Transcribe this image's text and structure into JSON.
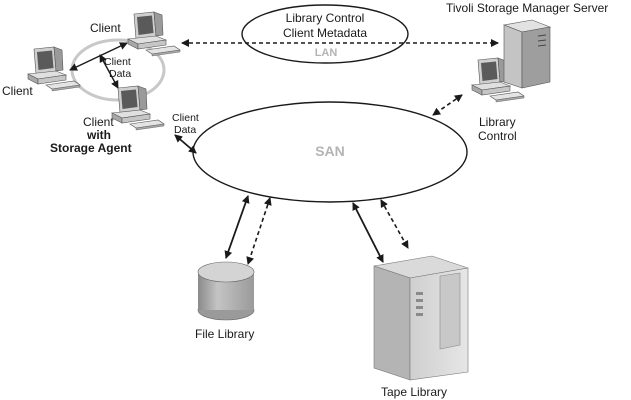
{
  "server_title": "Tivoli Storage Manager Server",
  "lan": {
    "line1": "Library Control",
    "line2": "Client Metadata",
    "name": "LAN"
  },
  "san": {
    "name": "SAN"
  },
  "clients": {
    "top": "Client",
    "left": "Client",
    "agent_line1": "Client",
    "agent_line2": "with",
    "agent_line3": "Storage Agent"
  },
  "client_data": {
    "top_line1": "Client",
    "top_line2": "Data",
    "side_line1": "Client",
    "side_line2": "Data"
  },
  "library_control": {
    "line1": "Library",
    "line2": "Control"
  },
  "file_library": "File Library",
  "tape_library": "Tape Library",
  "colors": {
    "outline": "#1a1a1a",
    "network_text": "#b4b4b4",
    "client_ring": "#c8c8c8",
    "device_light": "#d9d9d9",
    "device_mid": "#b0b0b0",
    "device_dark": "#8c8c8c",
    "screen": "#555555"
  }
}
